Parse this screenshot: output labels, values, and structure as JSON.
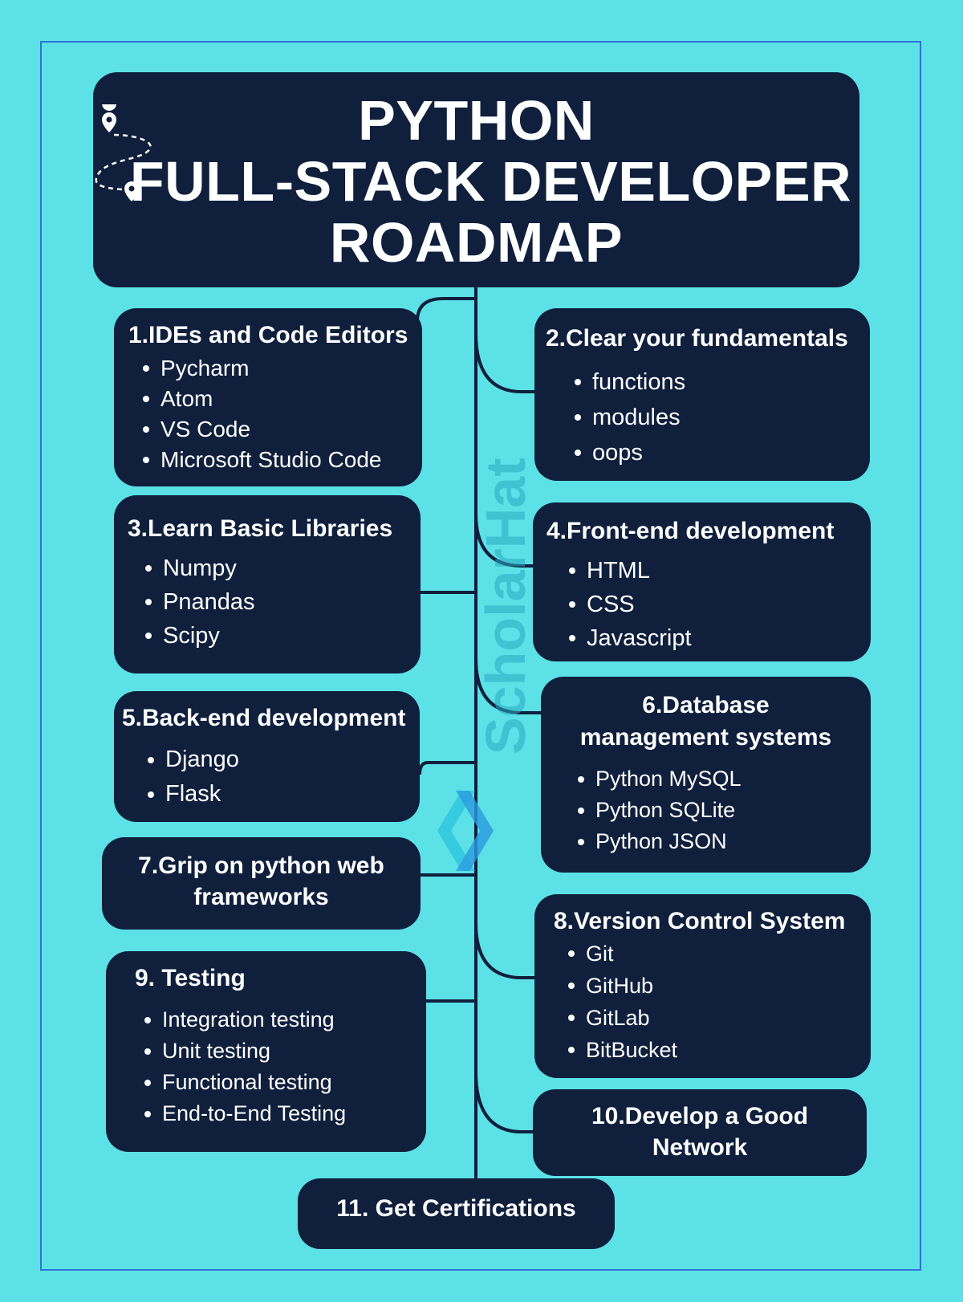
{
  "header": {
    "title_lines": [
      "PYTHON",
      "FULL-STACK DEVELOPER",
      "ROADMAP"
    ]
  },
  "watermark": {
    "text": "ScholarHat",
    "logo_icon": "scholarhat-chevron-logo"
  },
  "header_icon": "route-map-pin-icon",
  "colors": {
    "background": "#5ce1e6",
    "box": "#0f1f3c",
    "text": "#ffffff",
    "frame": "#2f73d9",
    "line": "#0f1f3c"
  },
  "steps": [
    {
      "title": "1.IDEs and Code Editors",
      "items": [
        "Pycharm",
        "Atom",
        "VS Code",
        "Microsoft Studio Code"
      ]
    },
    {
      "title": "2.Clear your fundamentals",
      "items": [
        "functions",
        " modules",
        "oops"
      ]
    },
    {
      "title": "3.Learn Basic  Libraries",
      "items": [
        "Numpy",
        "Pnandas",
        "Scipy"
      ]
    },
    {
      "title": "4.Front-end development",
      "items": [
        "HTML",
        "CSS",
        "Javascript"
      ]
    },
    {
      "title": "5.Back-end development",
      "items": [
        "Django",
        "Flask"
      ]
    },
    {
      "title": "6.Database management systems",
      "items": [
        "Python MySQL",
        "Python SQLite",
        "Python JSON"
      ]
    },
    {
      "title": "7.Grip on python web frameworks",
      "items": []
    },
    {
      "title": "8.Version Control System",
      "items": [
        "Git",
        "GitHub",
        "GitLab",
        "BitBucket"
      ]
    },
    {
      "title": "9. Testing",
      "items": [
        "Integration testing",
        "Unit testing",
        "Functional testing",
        "End-to-End Testing"
      ]
    },
    {
      "title": "10.Develop a Good Network",
      "items": []
    },
    {
      "title": "11. Get Certifications",
      "items": []
    }
  ]
}
